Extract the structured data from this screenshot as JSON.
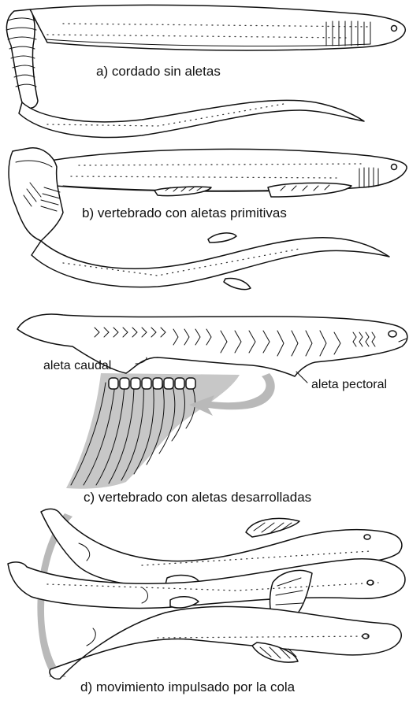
{
  "panels": {
    "a": {
      "caption": "a) cordado sin aletas"
    },
    "b": {
      "caption": "b) vertebrado con aletas primitivas"
    },
    "c": {
      "caption": "c) vertebrado con aletas desarrolladas",
      "label_caudal": "aleta caudal",
      "label_pectoral": "aleta pectoral"
    },
    "d": {
      "caption": "d) movimiento impulsado por la cola"
    }
  },
  "colors": {
    "line": "#111111",
    "fin_fill": "#c7c7c7",
    "arrow": "#b9b9b9",
    "background": "#ffffff"
  }
}
